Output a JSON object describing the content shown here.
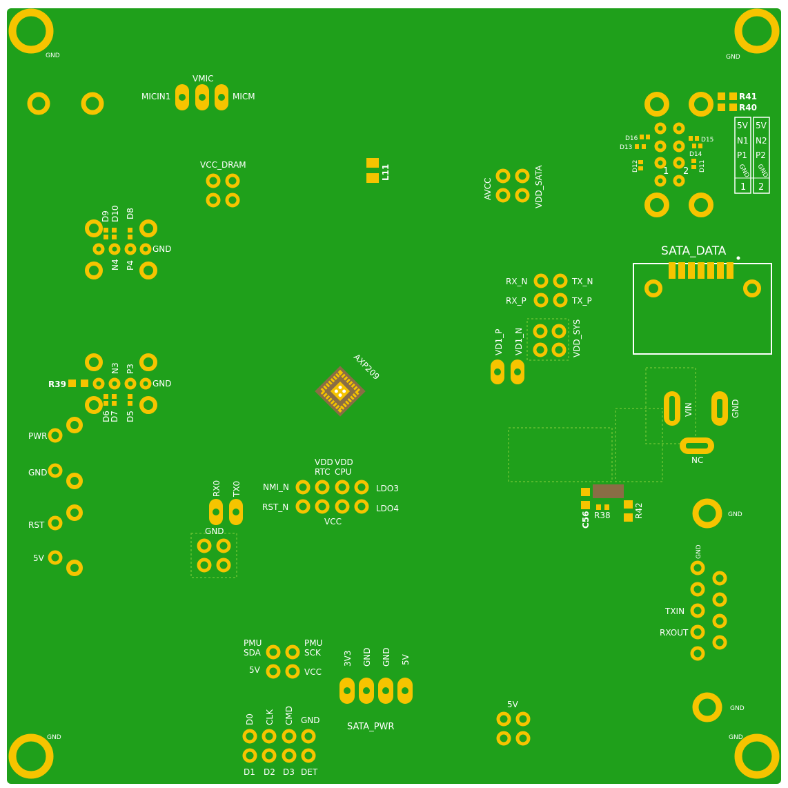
{
  "board": {
    "background": "#ffffff",
    "pcb_color": "#1fa01b",
    "pad_color": "#f6c400",
    "silk_color": "#ffffff",
    "dash_color": "#66c033",
    "chip_color": "#8a6d45"
  },
  "labels": {
    "gnd_tl": "GND",
    "gnd_tr": "GND",
    "gnd_bl": "GND",
    "gnd_br": "GND",
    "vmic": "VMIC",
    "micin1": "MICIN1",
    "micm": "MICM",
    "r41": "R41",
    "r40": "R40",
    "d16": "D16",
    "d13": "D13",
    "d15": "D15",
    "d14": "D14",
    "d12": "D12",
    "d11": "D11",
    "usb_1": "1",
    "usb_2": "2",
    "hdr1": [
      "5V",
      "N1",
      "P1",
      "GND",
      "1"
    ],
    "hdr2": [
      "5V",
      "N2",
      "P2",
      "GND",
      "2"
    ],
    "vcc_dram": "VCC_DRAM",
    "l11": "L11",
    "avcc": "AVCC",
    "vdd_sata": "VDD_SATA",
    "d9": "D9",
    "d10": "D10",
    "d8": "D8",
    "n4": "N4",
    "p4": "P4",
    "gnd_usb1": "GND",
    "sata_data": "SATA_DATA",
    "rx_n": "RX_N",
    "tx_n": "TX_N",
    "rx_p": "RX_P",
    "tx_p": "TX_P",
    "vd1_p": "VD1_P",
    "vd1_n": "VD1_N",
    "vdd_sys": "VDD_SYS",
    "r39": "R39",
    "n3": "N3",
    "p3": "P3",
    "gnd_usb2": "GND",
    "d6": "D6",
    "d7": "D7",
    "d5": "D5",
    "axp209": "AXP209",
    "vin": "VIN",
    "gnd_pwr": "GND",
    "nc": "NC",
    "pwr": "PWR",
    "gnd_side": "GND",
    "rst": "RST",
    "fivev_side": "5V",
    "vdd_rtc_1": "VDD",
    "vdd_rtc_2": "RTC",
    "vdd_cpu_1": "VDD",
    "vdd_cpu_2": "CPU",
    "nmi_n": "NMI_N",
    "rst_n": "RST_N",
    "ldo3": "LDO3",
    "ldo4": "LDO4",
    "vcc": "VCC",
    "rx0": "RX0",
    "tx0": "TX0",
    "gnd_uart": "GND",
    "c56": "C56",
    "r38": "R38",
    "r42": "R42",
    "gnd_mid": "GND",
    "gnd_ser": "GND",
    "txin": "TXIN",
    "rxout": "RXOUT",
    "pmu_sda_1": "PMU",
    "pmu_sda_2": "SDA",
    "pmu_sck_1": "PMU",
    "pmu_sck_2": "SCK",
    "pmu_5v": "5V",
    "pmu_vcc": "VCC",
    "sp_3v3": "3V3",
    "sp_gnd1": "GND",
    "sp_gnd2": "GND",
    "sp_5v": "5V",
    "sata_pwr": "SATA_PWR",
    "sd_d0": "D0",
    "sd_clk": "CLK",
    "sd_cmd": "CMD",
    "sd_gnd": "GND",
    "sd_d1": "D1",
    "sd_d2": "D2",
    "sd_d3": "D3",
    "sd_det": "DET",
    "fivev_bot": "5V",
    "gnd_low": "GND"
  }
}
